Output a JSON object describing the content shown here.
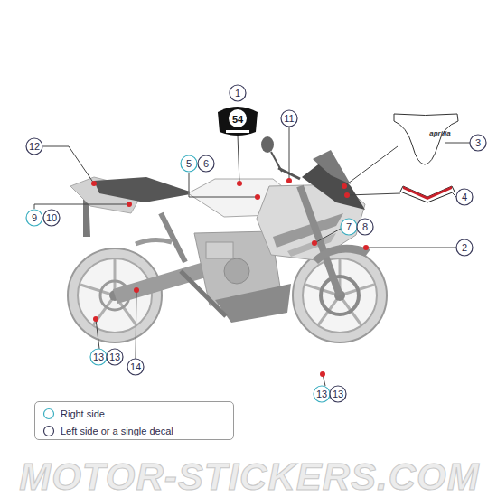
{
  "diagram": {
    "nodes": [
      {
        "text": [
          "1"
        ]
      },
      {
        "text": [
          "11"
        ]
      },
      {
        "text": [
          "3"
        ]
      },
      {
        "text": [
          "12"
        ]
      },
      {
        "text": [
          "5"
        ]
      },
      {
        "text": [
          "6"
        ]
      },
      {
        "text": [
          "4"
        ]
      },
      {
        "text": [
          "9"
        ]
      },
      {
        "text": [
          "10"
        ]
      },
      {
        "text": [
          "7"
        ]
      },
      {
        "text": [
          "8"
        ]
      },
      {
        "text": [
          "2"
        ]
      },
      {
        "text": [
          "13"
        ]
      },
      {
        "text": [
          "13"
        ]
      },
      {
        "text": [
          "14"
        ]
      },
      {
        "text": [
          "13"
        ]
      },
      {
        "text": [
          "13"
        ]
      }
    ],
    "labels": [
      "54",
      "aprilia",
      "MOTOR-STICKERS.COM"
    ],
    "legend": [
      {
        "text": "Right side"
      },
      {
        "text": "Left side or a single decal"
      }
    ]
  }
}
